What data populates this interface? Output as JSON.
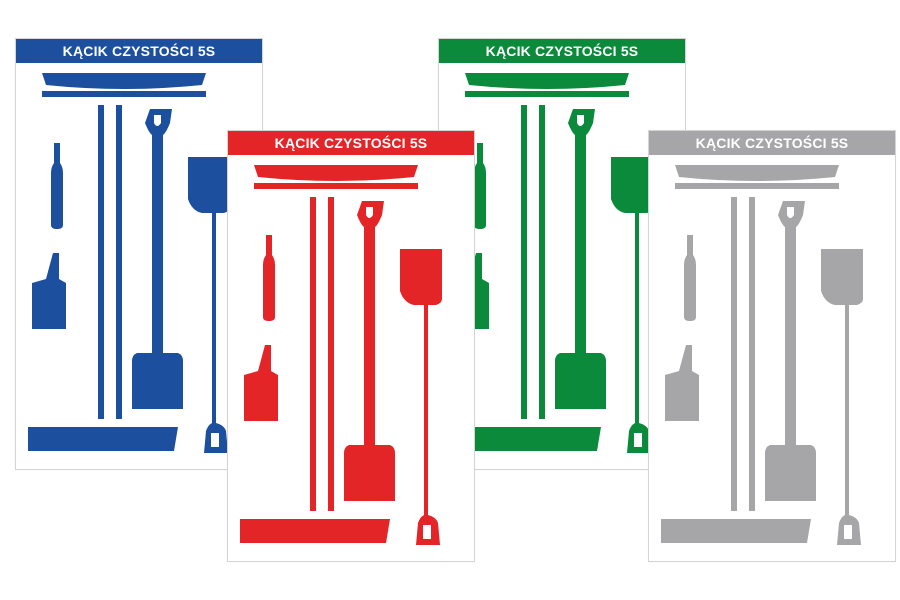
{
  "boards": [
    {
      "id": "blue",
      "title": "KĄCIK CZYSTOŚCI 5S",
      "color": "#1d4f9f"
    },
    {
      "id": "red",
      "title": "KĄCIK CZYSTOŚCI 5S",
      "color": "#e42528"
    },
    {
      "id": "green",
      "title": "KĄCIK CZYSTOŚCI 5S",
      "color": "#0b8a3b"
    },
    {
      "id": "gray",
      "title": "KĄCIK CZYSTOŚCI 5S",
      "color": "#a6a6a8"
    }
  ],
  "tool_icons": [
    "hanging-broom-icon",
    "long-handle-icon",
    "shovel-icon",
    "hand-brush-icon",
    "dustpan-icon",
    "floor-broom-icon",
    "scoop-icon"
  ]
}
